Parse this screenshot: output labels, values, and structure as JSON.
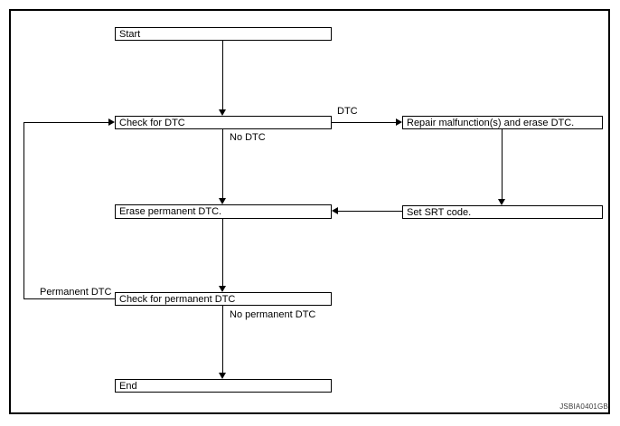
{
  "diagram": {
    "type": "flowchart",
    "nodes": {
      "start": {
        "label": "Start"
      },
      "check_dtc": {
        "label": "Check for DTC"
      },
      "repair": {
        "label": "Repair malfunction(s) and erase DTC."
      },
      "erase_permanent": {
        "label": "Erase permanent DTC."
      },
      "set_srt": {
        "label": "Set SRT code."
      },
      "check_permanent": {
        "label": "Check for permanent DTC"
      },
      "end": {
        "label": "End"
      }
    },
    "edge_labels": {
      "dtc": "DTC",
      "no_dtc": "No DTC",
      "permanent_dtc": "Permanent DTC",
      "no_permanent_dtc": "No permanent DTC"
    },
    "edges": [
      {
        "from": "start",
        "to": "check_dtc",
        "label": ""
      },
      {
        "from": "check_dtc",
        "to": "repair",
        "label": "DTC"
      },
      {
        "from": "check_dtc",
        "to": "erase_permanent",
        "label": "No DTC"
      },
      {
        "from": "repair",
        "to": "set_srt",
        "label": ""
      },
      {
        "from": "set_srt",
        "to": "erase_permanent",
        "label": ""
      },
      {
        "from": "erase_permanent",
        "to": "check_permanent",
        "label": ""
      },
      {
        "from": "check_permanent",
        "to": "check_dtc",
        "label": "Permanent DTC"
      },
      {
        "from": "check_permanent",
        "to": "end",
        "label": "No permanent DTC"
      }
    ],
    "figure_code": "JSBIA0401GB",
    "colors": {
      "line": "#000000",
      "background": "#ffffff",
      "text": "#000000",
      "figure_code_text": "#3a3a3a"
    }
  }
}
